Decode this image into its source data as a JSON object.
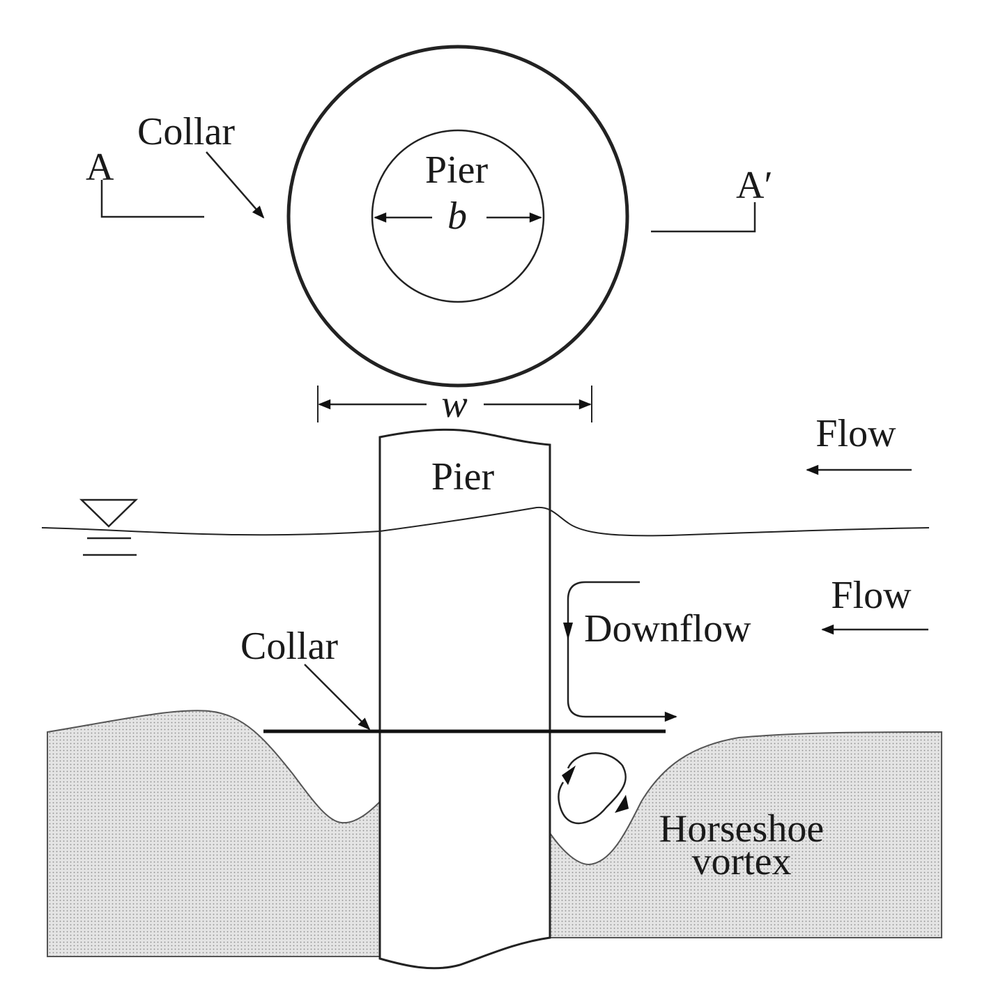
{
  "plan_view": {
    "collar_label": "Collar",
    "pier_label": "Pier",
    "pier_dim_label": "b",
    "section_start_label": "A",
    "section_end_label": "A′",
    "collar_dim_label": "w"
  },
  "elevation_view": {
    "pier_label": "Pier",
    "flow_label_surface": "Flow",
    "flow_label_depth": "Flow",
    "downflow_label": "Downflow",
    "collar_label": "Collar",
    "vortex_label_line1": "Horseshoe",
    "vortex_label_line2": "vortex"
  },
  "colors": {
    "line": "#222222",
    "sediment_fill": "#e4e4e4",
    "sediment_dot": "#8c8c8c"
  }
}
